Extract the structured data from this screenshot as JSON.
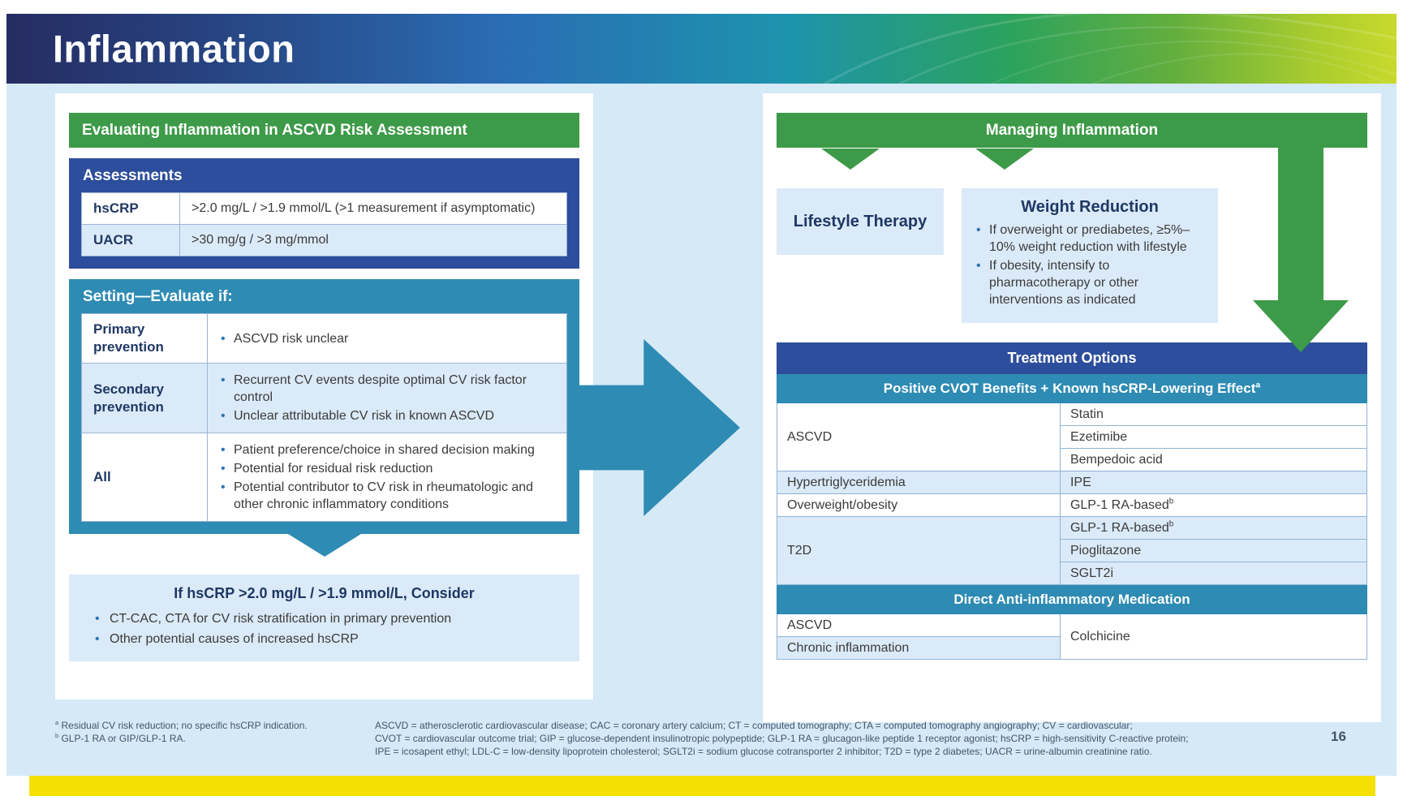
{
  "header": {
    "title": "Inflammation"
  },
  "left_panel": {
    "title": "Evaluating Inflammation in ASCVD Risk Assessment",
    "assessments": {
      "title": "Assessments",
      "rows": [
        {
          "label": "hsCRP",
          "value": ">2.0 mg/L / >1.9 mmol/L (>1 measurement if asymptomatic)"
        },
        {
          "label": "UACR",
          "value": ">30 mg/g / >3 mg/mmol"
        }
      ]
    },
    "setting": {
      "title": "Setting—Evaluate if:",
      "rows": [
        {
          "label": "Primary prevention",
          "bullets": [
            "ASCVD risk unclear"
          ]
        },
        {
          "label": "Secondary prevention",
          "bullets": [
            "Recurrent CV events despite optimal CV risk factor control",
            "Unclear attributable CV risk in known ASCVD"
          ]
        },
        {
          "label": "All",
          "bullets": [
            "Patient preference/choice in shared decision making",
            "Potential for residual risk reduction",
            "Potential contributor to CV risk in rheumatologic and other chronic inflammatory conditions"
          ]
        }
      ]
    },
    "consider": {
      "title": "If hsCRP >2.0 mg/L / >1.9 mmol/L, Consider",
      "bullets": [
        "CT-CAC, CTA for CV risk stratification in primary prevention",
        "Other potential causes of increased hsCRP"
      ]
    }
  },
  "right_panel": {
    "title": "Managing Inflammation",
    "lifestyle": {
      "title": "Lifestyle Therapy"
    },
    "weight_reduction": {
      "title": "Weight Reduction",
      "bullets": [
        "If overweight or prediabetes, ≥5%–10% weight reduction with lifestyle",
        "If obesity, intensify to pharmacotherapy or other interventions as indicated"
      ]
    },
    "treatment": {
      "title": "Treatment Options",
      "cvot_header": {
        "text": "Positive CVOT Benefits + Known hsCRP-Lowering Effect",
        "sup": "a"
      },
      "positive_groups": [
        {
          "label": "ASCVD",
          "drugs": [
            {
              "text": "Statin"
            },
            {
              "text": "Ezetimibe"
            },
            {
              "text": "Bempedoic acid"
            }
          ]
        },
        {
          "label": "Hypertriglyceridemia",
          "drugs": [
            {
              "text": "IPE"
            }
          ]
        },
        {
          "label": "Overweight/obesity",
          "drugs": [
            {
              "text": "GLP-1 RA-based",
              "sup": "b"
            }
          ]
        },
        {
          "label": "T2D",
          "drugs": [
            {
              "text": "GLP-1 RA-based",
              "sup": "b"
            },
            {
              "text": "Pioglitazone"
            },
            {
              "text": "SGLT2i"
            }
          ]
        }
      ],
      "direct_header": "Direct Anti-inflammatory Medication",
      "direct_group": {
        "labels": [
          "ASCVD",
          "Chronic inflammation"
        ],
        "drug": {
          "text": "Colchicine"
        }
      }
    }
  },
  "footnotes": {
    "a": {
      "sup": "a",
      "text": "Residual CV risk reduction; no specific hsCRP indication."
    },
    "b": {
      "sup": "b",
      "text": "GLP-1 RA or GIP/GLP-1 RA."
    },
    "abbreviations": [
      "ASCVD = atherosclerotic cardiovascular disease; CAC = coronary artery calcium; CT = computed tomography; CTA = computed tomography angiography; CV = cardiovascular;",
      "CVOT = cardiovascular outcome trial; GIP = glucose-dependent insulinotropic polypeptide; GLP-1 RA = glucagon-like peptide 1 receptor agonist; hsCRP = high-sensitivity C-reactive protein;",
      "IPE = icosapent ethyl; LDL-C = low-density lipoprotein cholesterol; SGLT2i = sodium glucose cotransporter 2 inhibitor; T2D = type 2 diabetes; UACR = urine-albumin creatinine ratio."
    ],
    "page_number": "16"
  },
  "colors": {
    "green": "#3d9a48",
    "navy": "#2d4e9c",
    "teal": "#2e8bb3",
    "light_blue_fill": "#dbeaf8",
    "stage_blue": "#d5e9f7",
    "yellow_bar": "#f5e003",
    "label_navy": "#1f3864",
    "body_text": "#3b3b3b",
    "banner_gradient": [
      "#262c62",
      "#2a6db4",
      "#1d93ad",
      "#63ae3e",
      "#c9d92c"
    ]
  }
}
